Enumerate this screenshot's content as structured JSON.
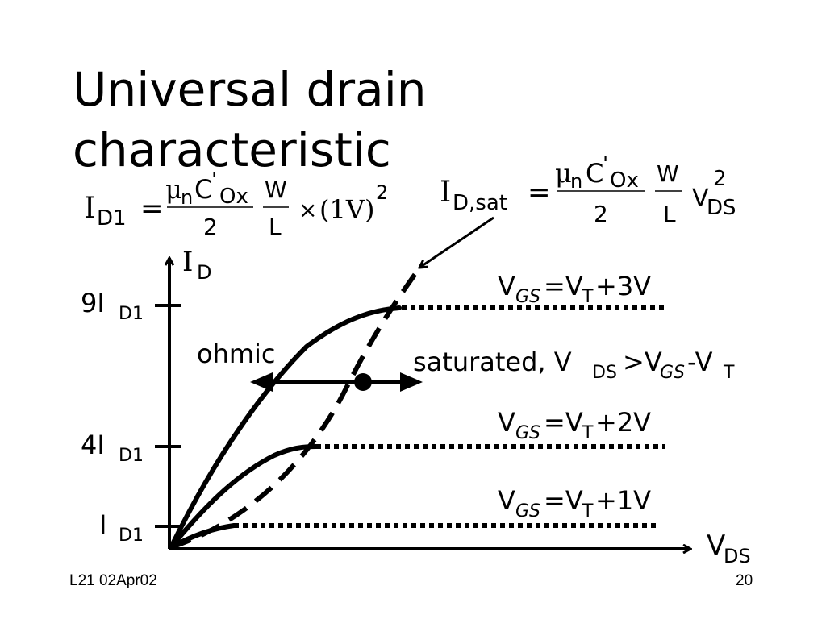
{
  "title": {
    "line1": "Universal drain",
    "line2": "characteristic"
  },
  "formula_left": {
    "lhs_main": "I",
    "lhs_sub": "D1",
    "equals": "=",
    "num_mu": "μ",
    "num_mu_sub": "n",
    "num_c": "C",
    "num_prime": "'",
    "num_ox": "Ox",
    "den": "2",
    "w": "W",
    "l": "L",
    "times": "×",
    "paren_term": "(1V)",
    "exp": "2"
  },
  "formula_right": {
    "lhs_main": "I",
    "lhs_sub": "D,sat",
    "equals": "=",
    "num_mu": "μ",
    "num_mu_sub": "n",
    "num_c": "C",
    "num_prime": "'",
    "num_ox": "Ox",
    "den": "2",
    "w": "W",
    "l": "L",
    "v": "V",
    "v_sub": "DS",
    "exp": "2"
  },
  "axes": {
    "y_label_main": "I",
    "y_label_sub": "D",
    "x_label_main": "V",
    "x_label_sub": "DS",
    "ticks": [
      {
        "main": "9I",
        "sub": "D1"
      },
      {
        "main": "4I",
        "sub": "D1"
      },
      {
        "main": "I",
        "sub": "D1"
      }
    ]
  },
  "curve_labels": [
    {
      "v": "V",
      "gs": "GS",
      "eq": "=V",
      "t": "T",
      "tail": "+3V"
    },
    {
      "v": "V",
      "gs": "GS",
      "eq": "=V",
      "t": "T",
      "tail": "+2V"
    },
    {
      "v": "V",
      "gs": "GS",
      "eq": "=V",
      "t": "T",
      "tail": "+1V"
    }
  ],
  "regions": {
    "ohmic": "ohmic",
    "sat_prefix": "saturated, V",
    "sat_ds": "DS",
    "sat_gt": ">V",
    "sat_gs": "GS",
    "sat_minus": "-V",
    "sat_t": "T"
  },
  "footer": {
    "left": "L21 02Apr02",
    "right": "20"
  }
}
